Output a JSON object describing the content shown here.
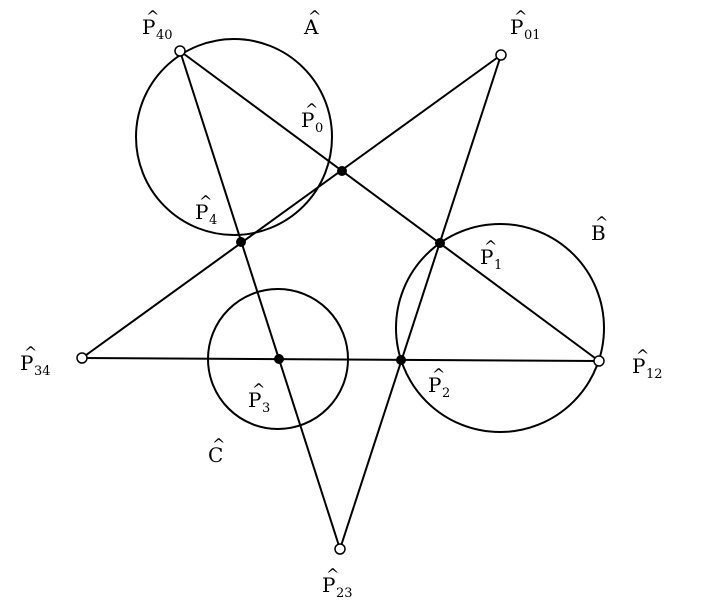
{
  "labels": {
    "P40": {
      "base": "P",
      "sub": "40"
    },
    "P01": {
      "base": "P",
      "sub": "01"
    },
    "P12": {
      "base": "P",
      "sub": "12"
    },
    "P23": {
      "base": "P",
      "sub": "23"
    },
    "P34": {
      "base": "P",
      "sub": "34"
    },
    "P0": {
      "base": "P",
      "sub": "0"
    },
    "P1": {
      "base": "P",
      "sub": "1"
    },
    "P2": {
      "base": "P",
      "sub": "2"
    },
    "P3": {
      "base": "P",
      "sub": "3"
    },
    "P4": {
      "base": "P",
      "sub": "4"
    },
    "A": {
      "base": "A",
      "sub": ""
    },
    "B": {
      "base": "B",
      "sub": ""
    },
    "C": {
      "base": "C",
      "sub": ""
    }
  },
  "hat_glyph": "^",
  "colors": {
    "stroke": "#000000",
    "open_point_fill": "#ffffff",
    "filled_point_fill": "#000000"
  }
}
